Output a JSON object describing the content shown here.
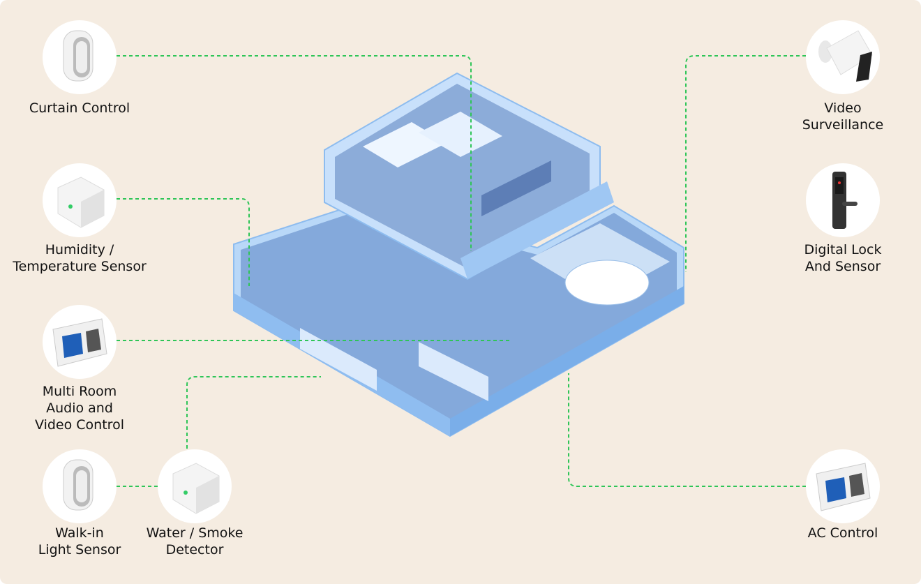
{
  "colors": {
    "background": "#f5ece1",
    "connector": "#2ec557",
    "house": "#a9cdf5"
  },
  "devices": [
    {
      "id": "curtain",
      "lines": [
        "Curtain Control"
      ],
      "icon": "curtain-controller-icon"
    },
    {
      "id": "humidity",
      "lines": [
        "Humidity /",
        "Temperature Sensor"
      ],
      "icon": "sensor-icon"
    },
    {
      "id": "multiroom",
      "lines": [
        "Multi Room",
        "Audio and",
        "Video Control"
      ],
      "icon": "control-panel-icon"
    },
    {
      "id": "walkin",
      "lines": [
        "Walk-in",
        "Light Sensor"
      ],
      "icon": "light-sensor-icon"
    },
    {
      "id": "water",
      "lines": [
        "Water / Smoke",
        "Detector"
      ],
      "icon": "detector-icon"
    },
    {
      "id": "video",
      "lines": [
        "Video",
        "Surveillance"
      ],
      "icon": "camera-icon"
    },
    {
      "id": "lock",
      "lines": [
        "Digital Lock",
        "And Sensor"
      ],
      "icon": "door-lock-icon"
    },
    {
      "id": "ac",
      "lines": [
        "AC Control"
      ],
      "icon": "ac-panel-icon"
    }
  ]
}
